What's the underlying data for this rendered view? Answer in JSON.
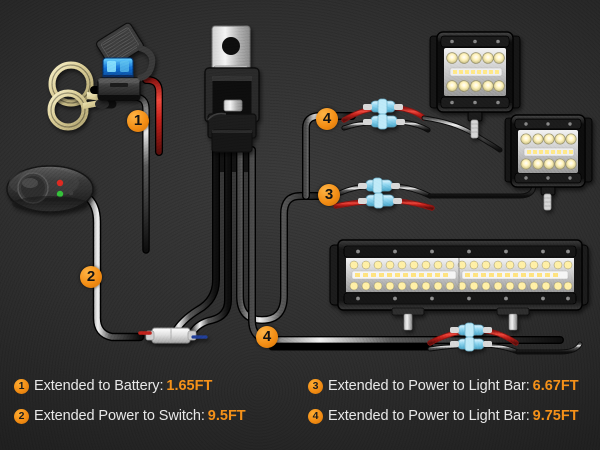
{
  "product": {
    "type": "led-light-bar-wiring-harness-diagram",
    "background_color": "#2e2e2e",
    "accent_color": "#f28c13"
  },
  "legend": {
    "items": [
      {
        "badge": "1",
        "label": "Extended to Battery:",
        "value": "1.65FT"
      },
      {
        "badge": "2",
        "label": "Extended Power to Switch:",
        "value": "9.5FT"
      },
      {
        "badge": "3",
        "label": "Extended to Power to Light Bar:",
        "value": "6.67FT"
      },
      {
        "badge": "4",
        "label": "Extended to Power to Light Bar:",
        "value": "9.75FT"
      }
    ]
  },
  "callouts": {
    "battery_leg": "1",
    "switch_leg": "2",
    "light_bar_leg_short": "3",
    "light_bar_leg_long_top": "4",
    "light_bar_leg_long_bottom": "4"
  },
  "components": {
    "ring_terminal_positive": "ring-terminal-positive",
    "ring_terminal_negative": "ring-terminal-negative",
    "fuse_holder": "inline-blade-fuse-holder",
    "fuse": "blade-fuse-blue",
    "fuse_cover": "fuse-holder-cover",
    "relay": "automotive-relay",
    "relay_bracket": "relay-mounting-bracket",
    "rocker_switch": "on-off-rocker-switch",
    "switch_led_on": "#e02b20",
    "switch_led_off": "#35c23a",
    "inline_connector": "waterproof-inline-connector",
    "deutsch_connectors": "heat-shrink-bullet-connectors",
    "pod_light_top": "4-inch-led-pod-light",
    "pod_light_middle": "4-inch-led-pod-light",
    "light_bar": "dual-row-led-light-bar"
  },
  "wires": {
    "positive_color": "#c0211c",
    "negative_color": "#1a1a1a",
    "sheath_color": "#2a2a2a",
    "highlight_color": "#d8d8d8"
  }
}
